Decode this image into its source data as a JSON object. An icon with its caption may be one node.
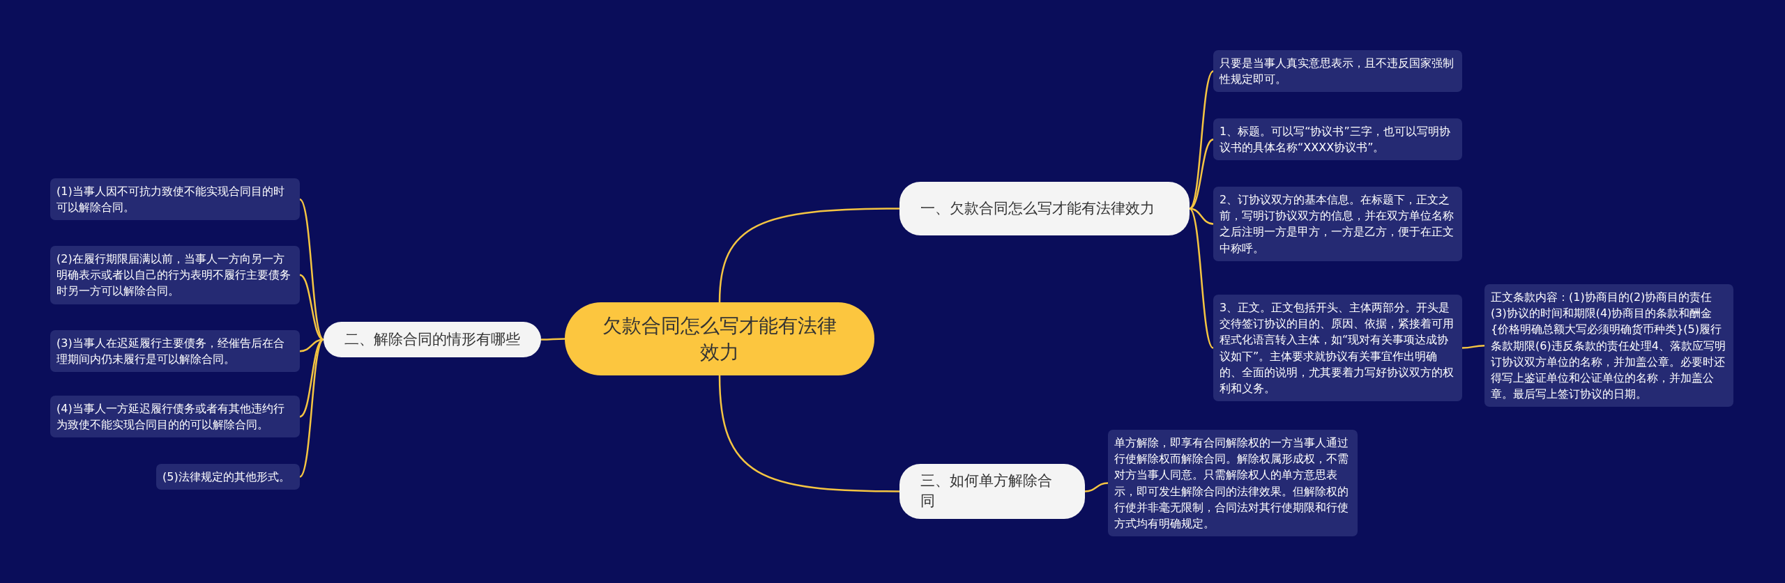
{
  "diagram": {
    "nodes": [
      {
        "text": [
          "欠款合同怎么写才能有法律效力"
        ]
      },
      {
        "text": [
          "一、欠款合同怎么写才能有法律效力"
        ]
      },
      {
        "text": [
          "只要是当事人真实意思表示，且不违反国家强制性规定即可。"
        ]
      },
      {
        "text": [
          "1、标题。可以写“协议书”三字，也可以写明协议书的具体名称“XXXX协议书”。"
        ]
      },
      {
        "text": [
          "2、订协议双方的基本信息。在标题下，正文之前，写明订协议双方的信息，并在双方单位名称之后注明一方是甲方，一方是乙方，便于在正文中称呼。"
        ]
      },
      {
        "text": [
          "3、正文。正文包括开头、主体两部分。开头是交待签订协议的目的、原因、依据，紧接着可用程式化语言转入主体，如“现对有关事项达成协议如下”。主体要求就协议有关事宜作出明确的、全面的说明，尤其要着力写好协议双方的权利和义务。"
        ]
      },
      {
        "text": [
          "正文条款内容：(1)协商目的(2)协商目的责任(3)协议的时间和期限(4)协商目的条款和酬金{价格明确总额大写必须明确货币种类}(5)履行条款期限(6)违反条款的责任处理4、落款应写明订协议双方单位的名称，并加盖公章。必要时还得写上鉴证单位和公证单位的名称，并加盖公章。最后写上签订协议的日期。"
        ]
      },
      {
        "text": [
          "二、解除合同的情形有哪些"
        ]
      },
      {
        "text": [
          "(1)当事人因不可抗力致使不能实现合同目的时可以解除合同。"
        ]
      },
      {
        "text": [
          "(2)在履行期限届满以前，当事人一方向另一方明确表示或者以自己的行为表明不履行主要债务时另一方可以解除合同。"
        ]
      },
      {
        "text": [
          "(3)当事人在迟延履行主要债务，经催告后在合理期间内仍未履行是可以解除合同。"
        ]
      },
      {
        "text": [
          "(4)当事人一方延迟履行债务或者有其他违约行为致使不能实现合同目的的可以解除合同。"
        ]
      },
      {
        "text": [
          "(5)法律规定的其他形式。"
        ]
      },
      {
        "text": [
          "三、如何单方解除合同"
        ]
      },
      {
        "text": [
          "单方解除，即享有合同解除权的一方当事人通过行使解除权而解除合同。解除权属形成权，不需对方当事人同意。只需解除权人的单方意思表示，即可发生解除合同的法律效果。但解除权的行使并非毫无限制，合同法对其行使期限和行使方式均有明确规定。"
        ]
      }
    ],
    "edges": [
      {
        "from": 0,
        "to": 1,
        "arrow": "none"
      },
      {
        "from": 1,
        "to": 2,
        "arrow": "none"
      },
      {
        "from": 1,
        "to": 3,
        "arrow": "none"
      },
      {
        "from": 1,
        "to": 4,
        "arrow": "none"
      },
      {
        "from": 1,
        "to": 5,
        "arrow": "none"
      },
      {
        "from": 5,
        "to": 6,
        "arrow": "none"
      },
      {
        "from": 0,
        "to": 7,
        "arrow": "none"
      },
      {
        "from": 7,
        "to": 8,
        "arrow": "none"
      },
      {
        "from": 7,
        "to": 9,
        "arrow": "none"
      },
      {
        "from": 7,
        "to": 10,
        "arrow": "none"
      },
      {
        "from": 7,
        "to": 11,
        "arrow": "none"
      },
      {
        "from": 7,
        "to": 12,
        "arrow": "none"
      },
      {
        "from": 0,
        "to": 13,
        "arrow": "none"
      },
      {
        "from": 13,
        "to": 14,
        "arrow": "none"
      }
    ]
  }
}
